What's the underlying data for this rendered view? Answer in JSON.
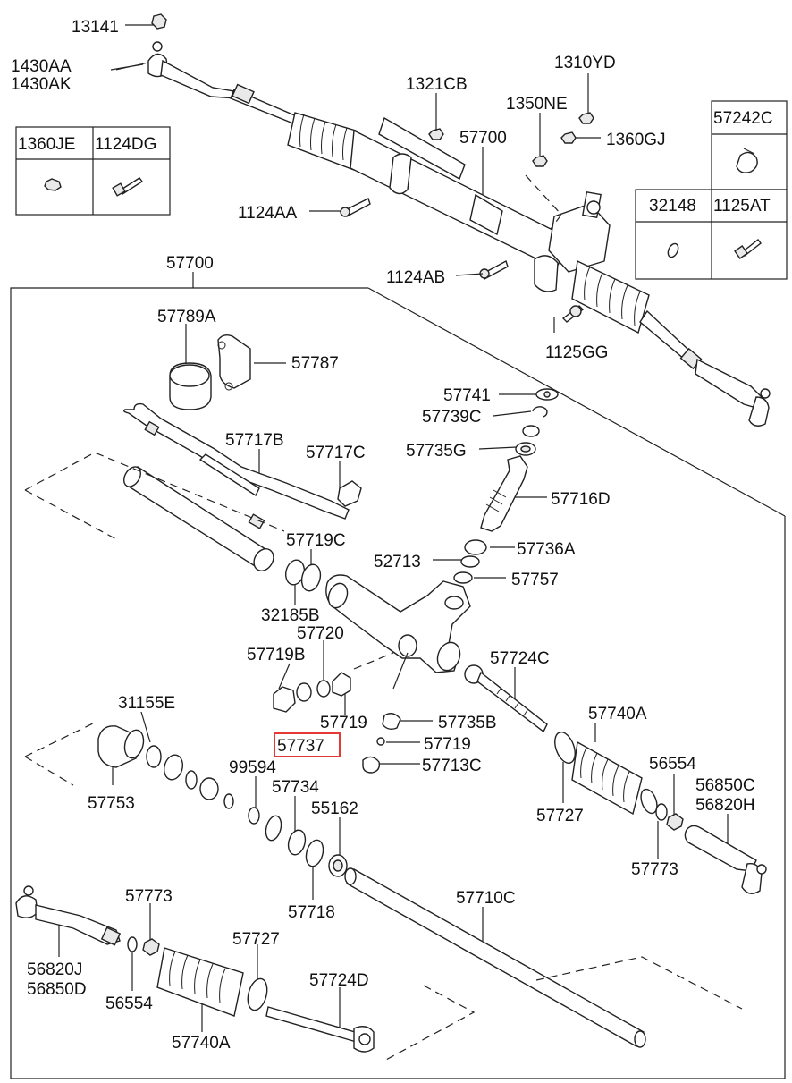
{
  "labels": {
    "l13141": "13141",
    "l1430AA": "1430AA",
    "l1430AK": "1430AK",
    "l1321CB": "1321CB",
    "l1310YD": "1310YD",
    "l1350NE": "1350NE",
    "l57700_top": "57700",
    "l1360GJ": "1360GJ",
    "l57242C": "57242C",
    "l1360JE": "1360JE",
    "l1124DG": "1124DG",
    "l1124AA": "1124AA",
    "l32148": "32148",
    "l1125AT": "1125AT",
    "l57700_box": "57700",
    "l1124AB": "1124AB",
    "l57789A": "57789A",
    "l57787": "57787",
    "l1125GG": "1125GG",
    "l57741": "57741",
    "l57739C": "57739C",
    "l57717B": "57717B",
    "l57717C": "57717C",
    "l57735G": "57735G",
    "l57716D": "57716D",
    "l57719C": "57719C",
    "l52713": "52713",
    "l57736A": "57736A",
    "l57757": "57757",
    "l32185B": "32185B",
    "l57720": "57720",
    "l57719B": "57719B",
    "l57724C": "57724C",
    "l31155E": "31155E",
    "l57719_a": "57719",
    "l57735B": "57735B",
    "l57740A_r": "57740A",
    "l57737": "57737",
    "l57719_b": "57719",
    "l57713C": "57713C",
    "l99594": "99594",
    "l56554_r": "56554",
    "l57753": "57753",
    "l57734": "57734",
    "l56850C": "56850C",
    "l56820H": "56820H",
    "l55162": "55162",
    "l57727_r": "57727",
    "l57773_r": "57773",
    "l57718": "57718",
    "l57710C": "57710C",
    "l57773_l": "57773",
    "l57727_l": "57727",
    "l56820J": "56820J",
    "l56850D": "56850D",
    "l57724D": "57724D",
    "l56554_l": "56554",
    "l57740A_l": "57740A"
  },
  "highlighted_part": "57737",
  "colors": {
    "line": "#222222",
    "highlight": "#e53935",
    "background": "#ffffff"
  }
}
